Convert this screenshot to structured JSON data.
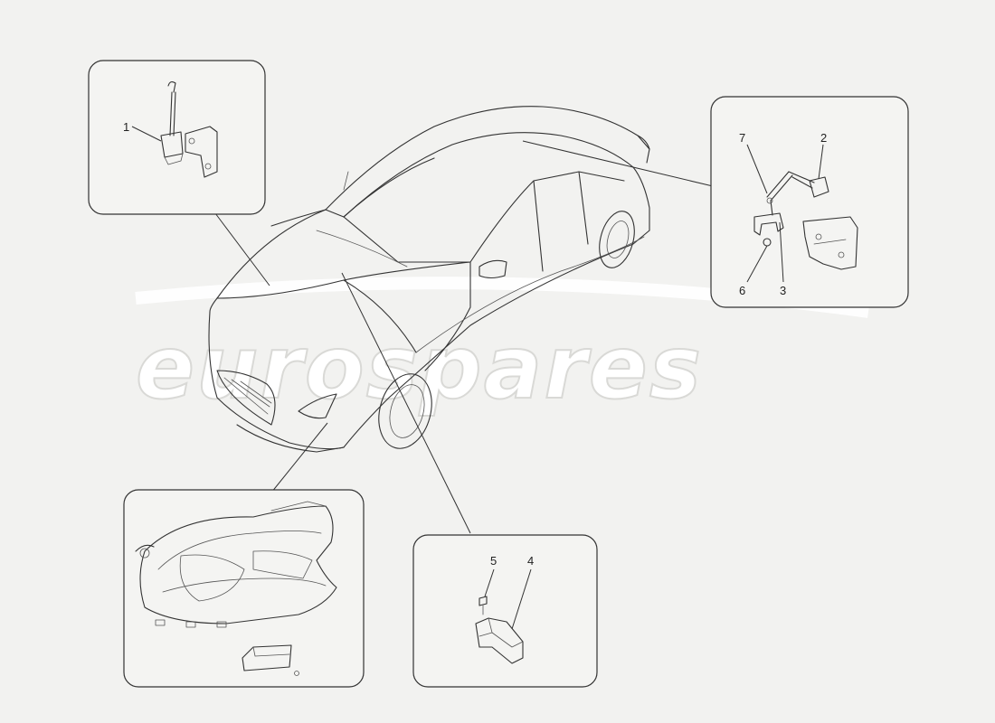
{
  "watermark": {
    "text": "eurospares"
  },
  "callouts": [
    {
      "id": "1",
      "label": "1"
    },
    {
      "id": "2",
      "label": "2"
    },
    {
      "id": "3",
      "label": "3"
    },
    {
      "id": "4",
      "label": "4"
    },
    {
      "id": "5",
      "label": "5"
    },
    {
      "id": "6",
      "label": "6"
    },
    {
      "id": "7",
      "label": "7"
    }
  ]
}
